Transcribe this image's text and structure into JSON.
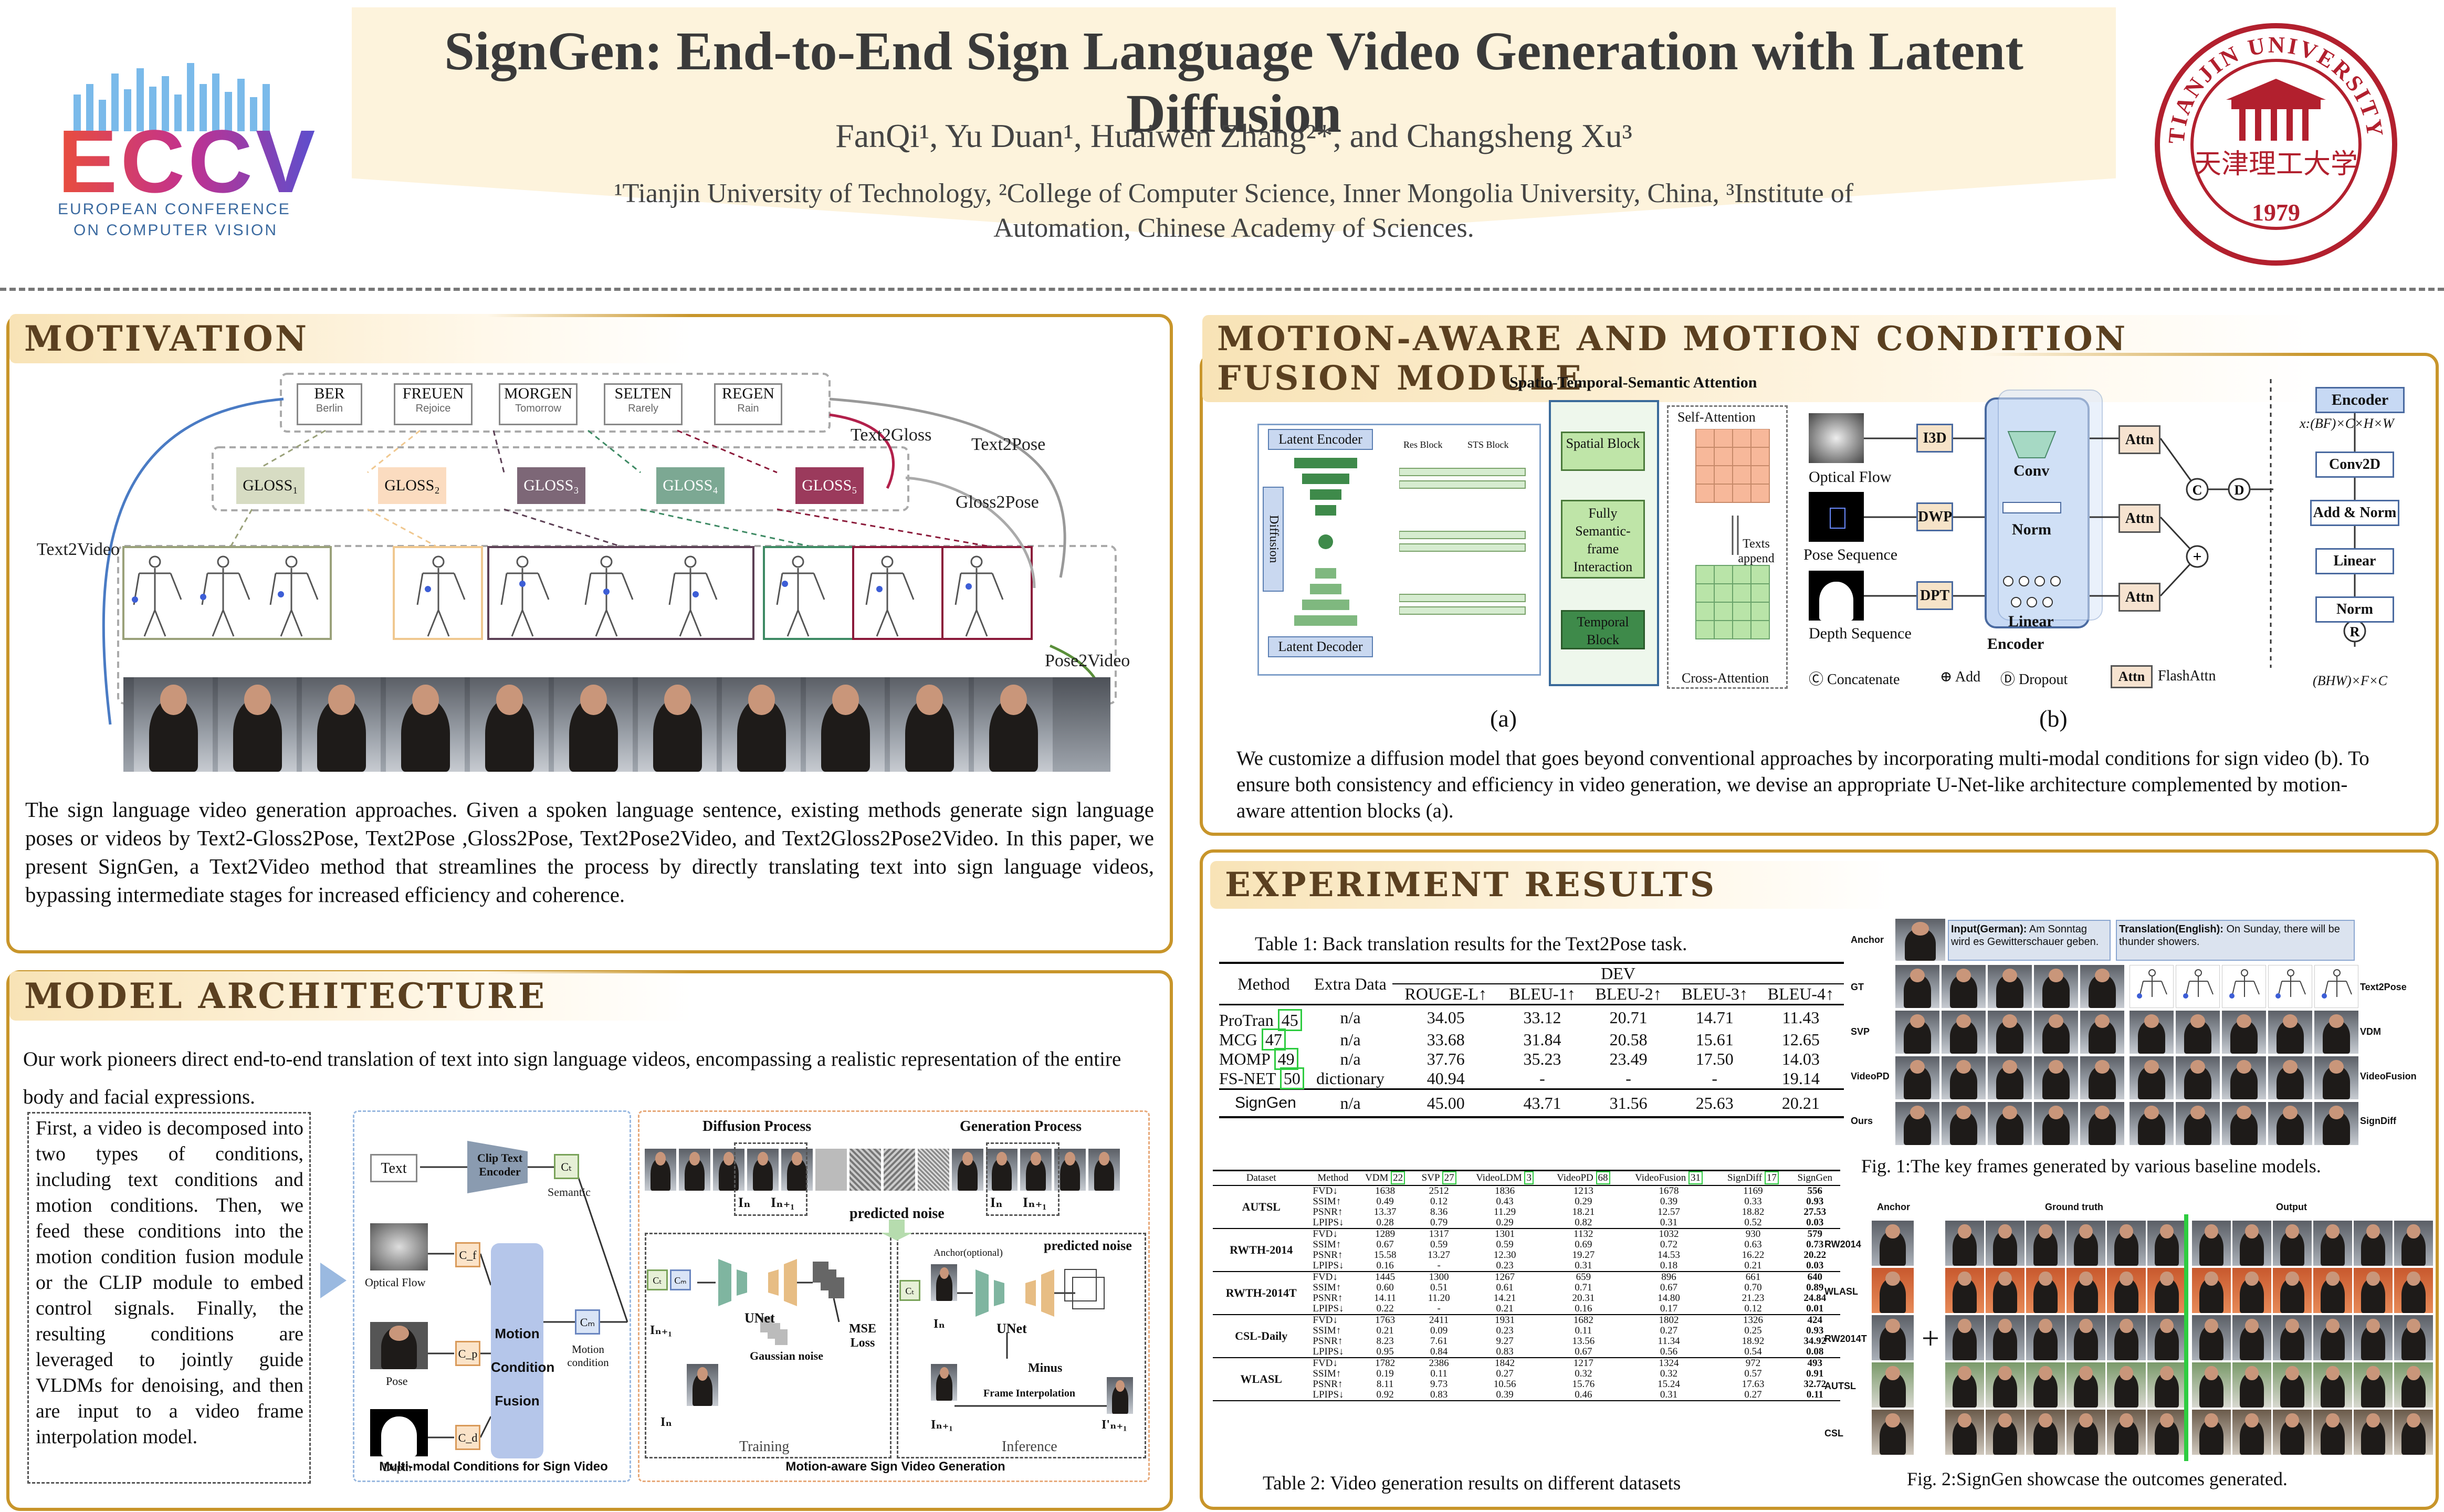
{
  "header": {
    "title": "SignGen: End-to-End Sign Language Video Generation with Latent Diffusion",
    "authors": "FanQi¹, Yu Duan¹, Huaiwen Zhang²*, and Changsheng Xu³",
    "affiliations": "¹Tianjin University of Technology, ²College of Computer Science, Inner Mongolia University, China, ³Institute of Automation, Chinese Academy of Sciences.",
    "eccv_logo_text": "ECCV",
    "eccv_logo_sub1": "EUROPEAN CONFERENCE",
    "eccv_logo_sub2": "ON COMPUTER VISION",
    "tju_logo_text": "TIANJIN UNIVERSITY OF TECHNOLOGY",
    "tju_logo_year": "1979",
    "tju_logo_cn": "天津理工大学"
  },
  "motivation": {
    "title": "Motivation",
    "words": [
      {
        "de": "BER",
        "en": "Berlin"
      },
      {
        "de": "FREUEN",
        "en": "Rejoice"
      },
      {
        "de": "MORGEN",
        "en": "Tomorrow"
      },
      {
        "de": "SELTEN",
        "en": "Rarely"
      },
      {
        "de": "REGEN",
        "en": "Rain"
      }
    ],
    "glosses": [
      "GLOSS₁",
      "GLOSS₂",
      "GLOSS₃",
      "GLOSS₄",
      "GLOSS₅"
    ],
    "labels": {
      "text2gloss": "Text2Gloss",
      "text2pose": "Text2Pose",
      "gloss2pose": "Gloss2Pose",
      "text2video": "Text2Video",
      "pose2video": "Pose2Video"
    },
    "text": "The sign language video generation approaches. Given a spoken language sentence, existing methods generate sign language poses or videos by Text2-Gloss2Pose, Text2Pose ,Gloss2Pose, Text2Pose2Video, and Text2Gloss2Pose2Video. In this paper, we present SignGen, a Text2Video method that streamlines the process by directly translating text into sign language videos, bypassing intermediate stages for increased efficiency and coherence."
  },
  "architecture": {
    "title": "Model Architecture",
    "intro": "Our work pioneers direct end-to-end translation of text into sign language videos, encompassing a realistic representation of the entire body and facial expressions.",
    "steps": "First, a video is decomposed into two types of conditions, including text conditions and motion conditions. Then, we feed these conditions into the motion condition fusion module or the CLIP module to embed control signals. Finally, the resulting conditions are leveraged to jointly guide VLDMs for denoising, and then are input to a video frame interpolation model.",
    "mm": {
      "text": "Text",
      "clip": "Clip Text Encoder",
      "semantic": "Semantic",
      "optical_flow": "Optical Flow",
      "pose": "Pose",
      "depth": "Depth",
      "fusion": "Motion Condition Fusion",
      "motion_condition": "Motion condition",
      "caption": "Multi-modal Conditions for Sign Video",
      "ct": "Cₜ",
      "cm": "Cₘ",
      "cf": "C_f",
      "cp": "C_p",
      "cd": "C_d"
    },
    "gen": {
      "diffusion_process": "Diffusion Process",
      "generation_process": "Generation Process",
      "predicted_noise": "predicted noise",
      "unet": "UNet",
      "mse": "MSE Loss",
      "gaussian": "Gaussian noise",
      "training": "Training",
      "inference": "Inference",
      "anchor": "Anchor(optional)",
      "minus": "Minus",
      "frame_interp": "Frame Interpolation",
      "caption": "Motion-aware Sign Video Generation",
      "in": "Iₙ",
      "in1": "Iₙ₊₁",
      "in1p": "I'ₙ₊₁"
    }
  },
  "fusion_module": {
    "title": "Motion-Aware and Motion Condition Fusion Module",
    "a": {
      "header": "Spatio-Temporal-Semantic Attention",
      "latent_encoder": "Latent Encoder",
      "latent_decoder": "Latent Decoder",
      "diffusion": "Diffusion",
      "res_block": "Res Block",
      "sts_block": "STS Block",
      "spatial": "Spatial Block",
      "fully": "Fully Semantic-frame Interaction",
      "temporal": "Temporal Block",
      "self_attn": "Self-Attention",
      "cross_attn": "Cross-Attention",
      "texts_append": "Texts append",
      "label": "(a)"
    },
    "b": {
      "optical_flow": "Optical Flow",
      "pose_seq": "Pose Sequence",
      "depth_seq": "Depth Sequence",
      "i3d": "I3D",
      "dwp": "DWP",
      "dpt": "DPT",
      "conv": "Conv",
      "norm": "Norm",
      "linear": "Linear",
      "encoder": "Encoder",
      "attn": "Attn",
      "legend_concat": "Concatenate",
      "legend_add": "Add",
      "legend_dropout": "Dropout",
      "legend_attn": "FlashAttn",
      "right_title": "Encoder",
      "right_in": "x:(BF)×C×H×W",
      "right_blocks": [
        "Conv2D",
        "Add & Norm",
        "Linear",
        "Norm"
      ],
      "right_out": "(BHW)×F×C",
      "label": "(b)"
    },
    "text": "We customize a diffusion model that goes beyond conventional approaches by incorporating multi-modal conditions for sign video (b). To ensure both consistency and efficiency in video generation, we devise an appropriate U-Net-like architecture complemented by motion-aware attention blocks (a)."
  },
  "experiments": {
    "title": "Experiment Results",
    "table1": {
      "caption": "Table 1: Back translation results for the Text2Pose task.",
      "group": "DEV",
      "headers": [
        "Method",
        "Extra Data",
        "ROUGE-L↑",
        "BLEU-1↑",
        "BLEU-2↑",
        "BLEU-3↑",
        "BLEU-4↑"
      ],
      "rows": [
        {
          "method": "ProTran",
          "ref": "45",
          "extra": "n/a",
          "vals": [
            "34.05",
            "33.12",
            "20.71",
            "14.71",
            "11.43"
          ]
        },
        {
          "method": "MCG",
          "ref": "47",
          "extra": "n/a",
          "vals": [
            "33.68",
            "31.84",
            "20.58",
            "15.61",
            "12.65"
          ]
        },
        {
          "method": "MOMP",
          "ref": "49",
          "extra": "n/a",
          "vals": [
            "37.76",
            "35.23",
            "23.49",
            "17.50",
            "14.03"
          ]
        },
        {
          "method": "FS-NET",
          "ref": "50",
          "extra": "dictionary",
          "vals": [
            "40.94",
            "-",
            "-",
            "-",
            "19.14"
          ]
        },
        {
          "method": "SignGen",
          "ref": "",
          "extra": "n/a",
          "vals": [
            "45.00",
            "43.71",
            "31.56",
            "25.63",
            "20.21"
          ]
        }
      ]
    },
    "table2": {
      "caption": "Table 2: Video generation results on different datasets",
      "headers": [
        "Dataset",
        "Method",
        "VDM",
        "SVP",
        "VideoLDM",
        "VideoPD",
        "VideoFusion",
        "SignDiff",
        "SignGen"
      ],
      "refs": [
        "",
        "",
        "22",
        "27",
        "3",
        "68",
        "31",
        "17",
        ""
      ],
      "metrics": [
        "FVD↓",
        "SSIM↑",
        "PSNR↑",
        "LPIPS↓"
      ],
      "datasets": [
        {
          "name": "AUTSL",
          "rows": [
            [
              "1638",
              "2512",
              "1836",
              "1213",
              "1678",
              "1169",
              "556"
            ],
            [
              "0.49",
              "0.12",
              "0.43",
              "0.29",
              "0.39",
              "0.33",
              "0.93"
            ],
            [
              "13.37",
              "8.36",
              "11.29",
              "18.21",
              "12.57",
              "18.82",
              "27.53"
            ],
            [
              "0.28",
              "0.79",
              "0.29",
              "0.82",
              "0.31",
              "0.52",
              "0.03"
            ]
          ]
        },
        {
          "name": "RWTH-2014",
          "rows": [
            [
              "1289",
              "1317",
              "1301",
              "1132",
              "1032",
              "930",
              "579"
            ],
            [
              "0.67",
              "0.59",
              "0.59",
              "0.69",
              "0.72",
              "0.63",
              "0.73"
            ],
            [
              "15.58",
              "13.27",
              "12.30",
              "19.27",
              "14.53",
              "16.22",
              "20.22"
            ],
            [
              "0.16",
              "-",
              "0.23",
              "0.31",
              "0.18",
              "0.21",
              "0.03"
            ]
          ]
        },
        {
          "name": "RWTH-2014T",
          "rows": [
            [
              "1445",
              "1300",
              "1267",
              "659",
              "896",
              "661",
              "640"
            ],
            [
              "0.60",
              "0.51",
              "0.61",
              "0.71",
              "0.67",
              "0.70",
              "0.89"
            ],
            [
              "14.11",
              "11.20",
              "14.21",
              "20.31",
              "14.80",
              "21.23",
              "24.84"
            ],
            [
              "0.22",
              "-",
              "0.21",
              "0.16",
              "0.17",
              "0.12",
              "0.01"
            ]
          ]
        },
        {
          "name": "CSL-Daily",
          "rows": [
            [
              "1763",
              "2411",
              "1931",
              "1682",
              "1802",
              "1326",
              "424"
            ],
            [
              "0.21",
              "0.09",
              "0.23",
              "0.11",
              "0.27",
              "0.25",
              "0.93"
            ],
            [
              "8.23",
              "7.61",
              "9.27",
              "13.56",
              "11.34",
              "18.92",
              "34.92"
            ],
            [
              "0.95",
              "0.84",
              "0.83",
              "0.67",
              "0.56",
              "0.54",
              "0.08"
            ]
          ]
        },
        {
          "name": "WLASL",
          "rows": [
            [
              "1782",
              "2386",
              "1842",
              "1217",
              "1324",
              "972",
              "493"
            ],
            [
              "0.19",
              "0.11",
              "0.27",
              "0.32",
              "0.32",
              "0.57",
              "0.91"
            ],
            [
              "8.11",
              "9.73",
              "10.56",
              "15.76",
              "15.24",
              "17.63",
              "32.72"
            ],
            [
              "0.92",
              "0.83",
              "0.39",
              "0.46",
              "0.31",
              "0.27",
              "0.11"
            ]
          ]
        }
      ]
    },
    "fig1": {
      "caption": "Fig. 1:The key frames generated by various baseline models.",
      "input_label": "Input(German):",
      "input_text": "Am Sonntag wird es Gewitterschauer geben.",
      "trans_label": "Translation(English):",
      "trans_text": "On Sunday, there will be thunder showers.",
      "left_labels": [
        "Anchor",
        "GT",
        "SVP",
        "VideoPD",
        "Ours"
      ],
      "right_labels": [
        "Text2Pose",
        "VDM",
        "VideoFusion",
        "SignDiff"
      ]
    },
    "fig2": {
      "caption": "Fig. 2:SignGen showcase the outcomes generated.",
      "col_anchor": "Anchor",
      "col_gt": "Ground truth",
      "col_out": "Output",
      "rows": [
        "RW2014",
        "WLASL",
        "RW2014T",
        "AUTSL",
        "CSL"
      ],
      "plus": "+"
    }
  }
}
